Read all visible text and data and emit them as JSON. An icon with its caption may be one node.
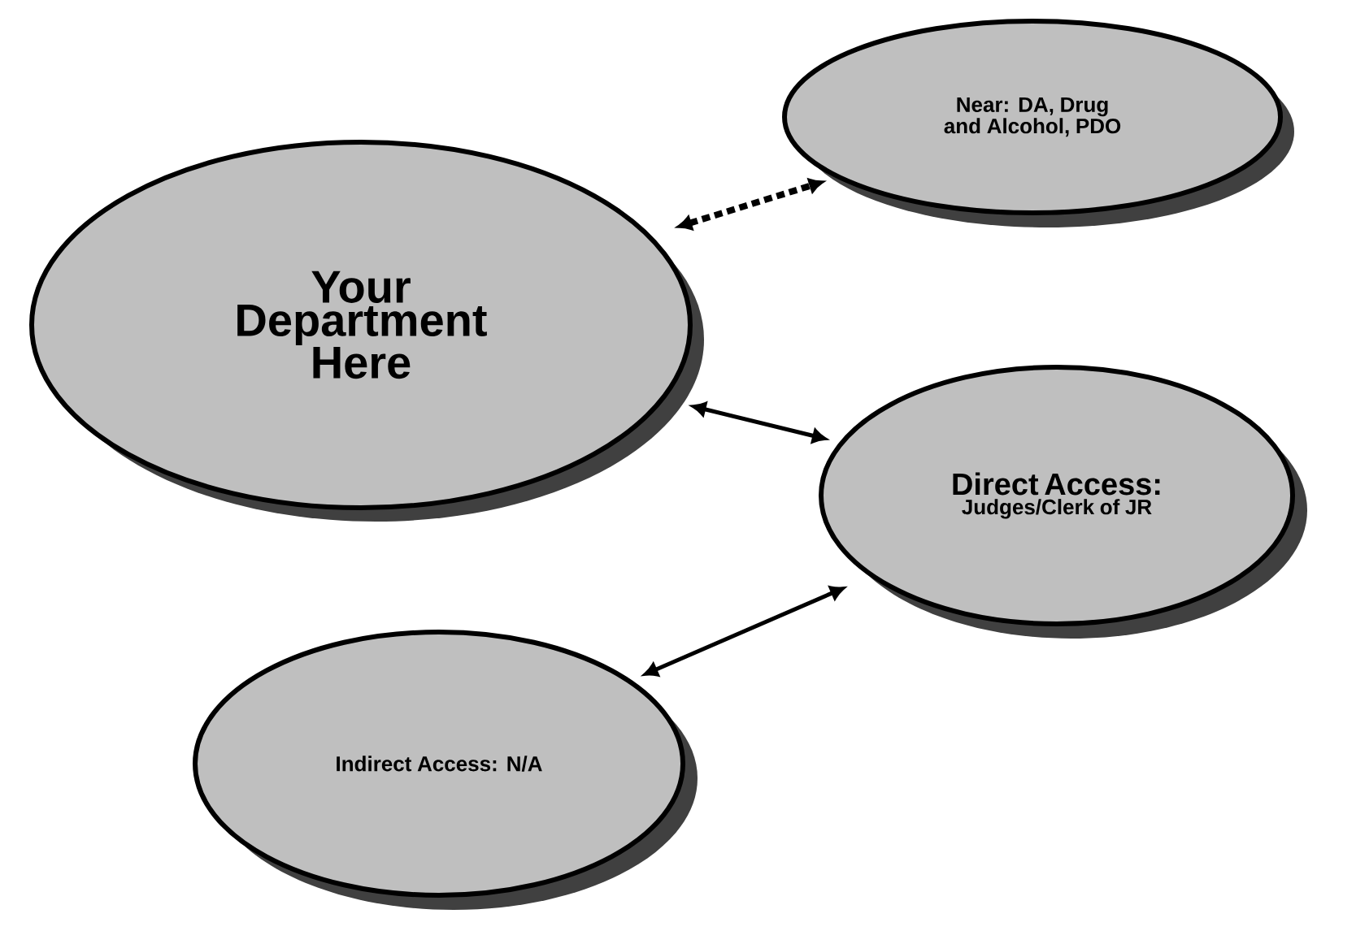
{
  "diagram": {
    "nodes": [
      {
        "text": [
          "Your Department Here"
        ]
      },
      {
        "text": [
          "Near: DA, Drug and Alcohol, PDO"
        ]
      },
      {
        "text": [
          "Direct Access:",
          "Judges/Clerk of JR"
        ]
      },
      {
        "text": [
          "Indirect Access: N/A"
        ]
      }
    ],
    "edges": [
      {
        "from": 0,
        "to": 1,
        "arrow": "both",
        "style": "dashed"
      },
      {
        "from": 0,
        "to": 2,
        "arrow": "both"
      },
      {
        "from": 2,
        "to": 3,
        "arrow": "both"
      }
    ]
  }
}
